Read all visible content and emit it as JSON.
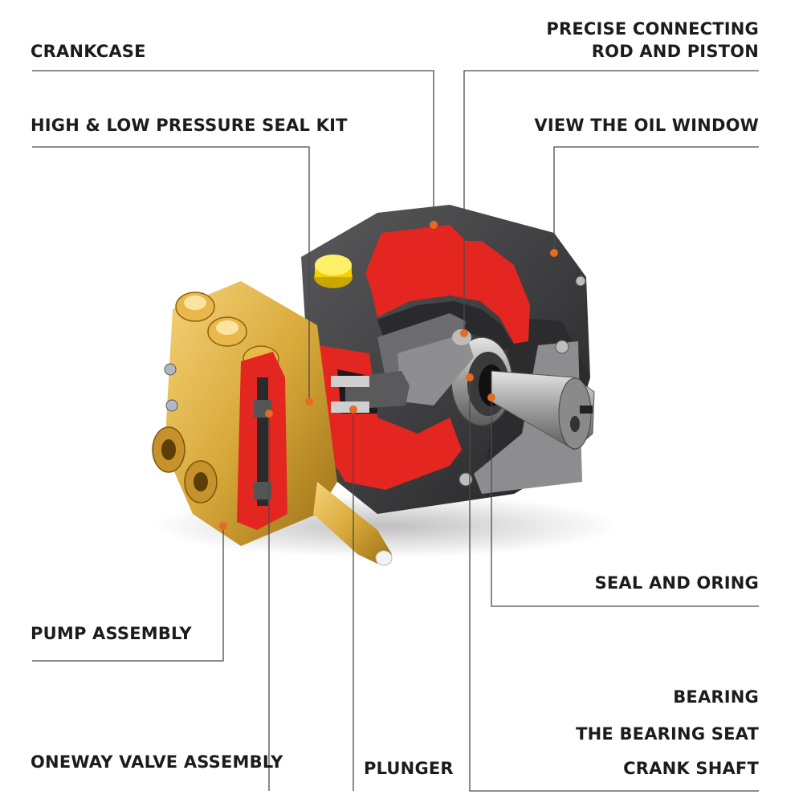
{
  "labels": {
    "crankcase": "CRANKCASE",
    "precise_rod_line1": "PRECISE CONNECTING",
    "precise_rod_line2": "ROD AND PISTON",
    "seal_kit": "HIGH & LOW PRESSURE SEAL KIT",
    "oil_window": "VIEW THE OIL WINDOW",
    "seal_oring": "SEAL AND ORING",
    "pump_assembly": "PUMP ASSEMBLY",
    "bearing": "BEARING",
    "bearing_seat": "THE BEARING SEAT",
    "oneway_valve": "ONEWAY VALVE ASSEMBLY",
    "plunger": "PLUNGER",
    "crank_shaft": "CRANK SHAFT"
  },
  "colors": {
    "cutaway_red": "#e3261f",
    "brass": "#d8a93a",
    "housing_dark": "#3a3a3c",
    "callout_dot": "#e66a1f",
    "cap_yellow": "#f5d100"
  }
}
